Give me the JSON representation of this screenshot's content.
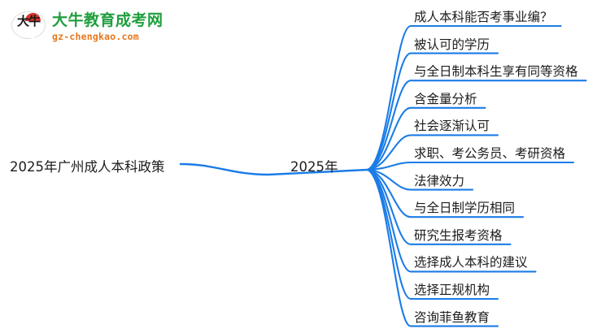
{
  "logo": {
    "mark_text": "大牛",
    "title": "大牛教育成考网",
    "domain": "gz-chengkao.com",
    "brand_green": "#1f9e3e",
    "brand_orange": "#e8761b",
    "brand_red": "#d8332a"
  },
  "mindmap": {
    "branch_color": "#1b7ce6",
    "root": {
      "label": "2025年广州成人本科政策"
    },
    "middle": {
      "label": "2025年"
    },
    "leaves": [
      {
        "label": "成人本科能否考事业编？"
      },
      {
        "label": "被认可的学历"
      },
      {
        "label": "与全日制本科生享有同等资格"
      },
      {
        "label": "含金量分析"
      },
      {
        "label": "社会逐渐认可"
      },
      {
        "label": "求职、考公务员、考研资格"
      },
      {
        "label": "法律效力"
      },
      {
        "label": "与全日制学历相同"
      },
      {
        "label": "研究生报考资格"
      },
      {
        "label": "选择成人本科的建议"
      },
      {
        "label": "选择正规机构"
      },
      {
        "label": "咨询菲鱼教育"
      }
    ]
  }
}
